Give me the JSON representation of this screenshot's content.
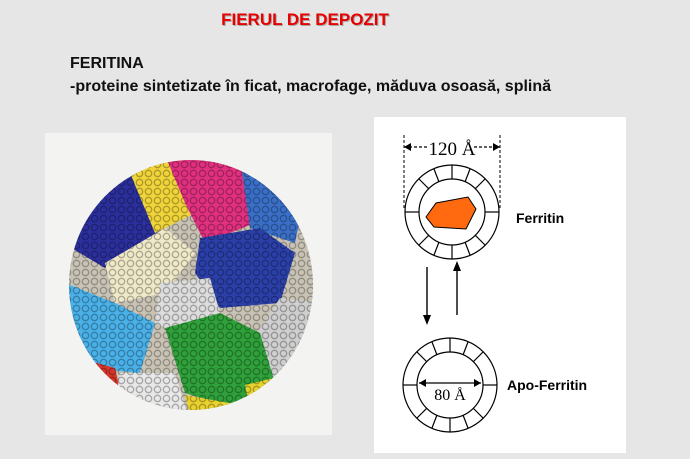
{
  "slide": {
    "title": "FIERUL DE DEPOZIT",
    "heading": "FERITINA",
    "subheading": "-proteine sintetizate în ficat, macrofage, măduva osoasă, splină"
  },
  "diagram": {
    "ferritin_size": "120 Å",
    "ferritin_label": "Ferritin",
    "apo_size": "80 Å",
    "apo_label": "Apo-Ferritin"
  },
  "colors": {
    "title": "#e60000",
    "iron_core": "#ff6a10",
    "background": "#e6e6e6"
  }
}
